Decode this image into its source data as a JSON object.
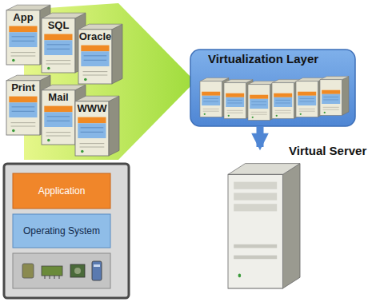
{
  "diagram": {
    "nodes": [
      {
        "text": [
          "App"
        ]
      },
      {
        "text": [
          "SQL"
        ]
      },
      {
        "text": [
          "Oracle"
        ]
      },
      {
        "text": [
          "Print"
        ]
      },
      {
        "text": [
          "Mail"
        ]
      },
      {
        "text": [
          "WWW"
        ]
      },
      {
        "text": [
          "Virtualization Layer"
        ]
      },
      {
        "text": [
          "Virtual Server"
        ]
      },
      {
        "text": [
          "Application"
        ]
      },
      {
        "text": [
          "Operating System"
        ]
      }
    ],
    "edges": [
      {
        "from": 6,
        "to": 7,
        "arrow": "to"
      }
    ]
  }
}
